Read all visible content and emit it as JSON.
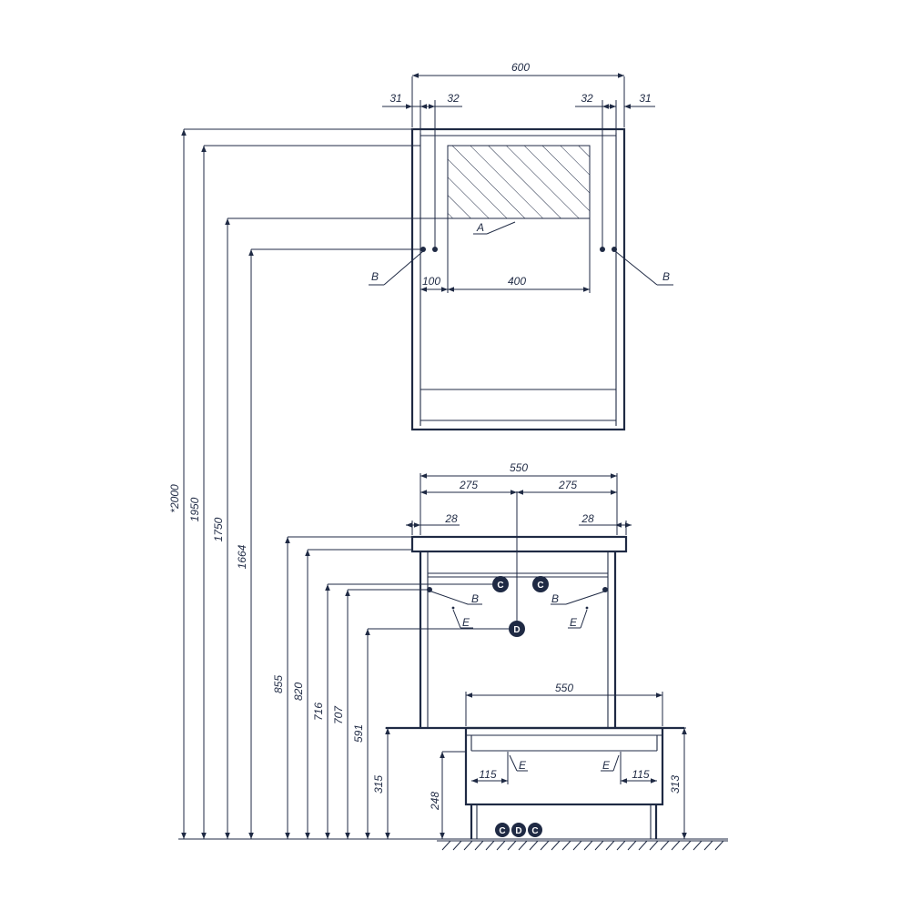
{
  "top": {
    "width": "600",
    "offset_left": "31",
    "offset_left_inner": "32",
    "offset_right_inner": "32",
    "offset_right": "31",
    "dist_100": "100",
    "dist_400": "400",
    "label_a": "A",
    "label_b_left": "B",
    "label_b_right": "B"
  },
  "vertical": {
    "h2000": "*2000",
    "h1950": "1950",
    "h1750": "1750",
    "h1664": "1664",
    "h855": "855",
    "h820": "820",
    "h716": "716",
    "h707": "707",
    "h591": "591",
    "h315": "315",
    "h248": "248",
    "h313": "313"
  },
  "cabinet": {
    "width": "550",
    "half_left": "275",
    "half_right": "275",
    "offset_left": "28",
    "offset_right": "28",
    "label_b_left": "B",
    "label_b_right": "B",
    "label_e_left": "E",
    "label_e_right": "E",
    "marker_c": "C",
    "marker_d": "D"
  },
  "drawer": {
    "width": "550",
    "left_115": "115",
    "right_115": "115",
    "label_e_left": "E",
    "label_e_right": "E"
  },
  "legend": {
    "c1": "C",
    "d": "D",
    "c2": "C"
  }
}
